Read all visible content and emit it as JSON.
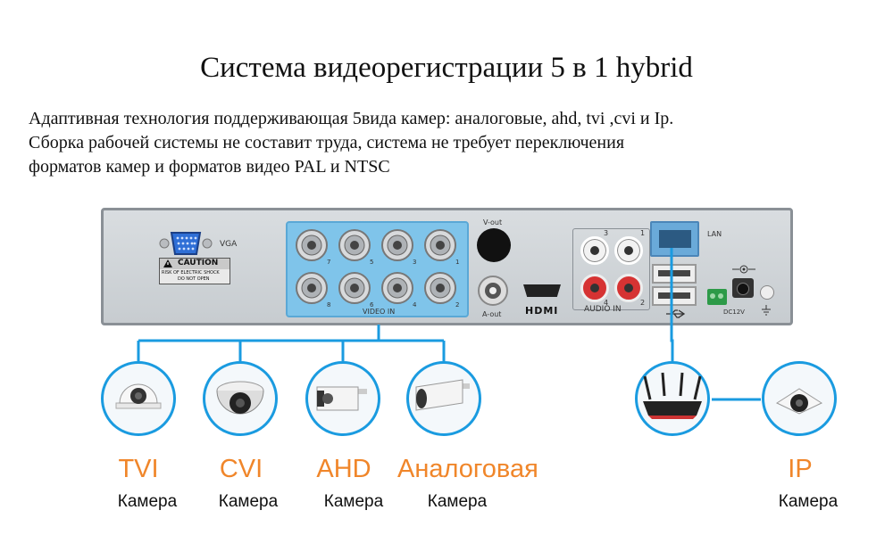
{
  "title": "Система видеорегистрации 5 в 1 hybrid",
  "description": [
    "Адаптивная технология поддерживающая 5вида камер: аналоговые, ahd, tvi ,cvi и Ip.",
    "Сборка рабочей системы не составит труда, система не требует переключения",
    "форматов камер и форматов видео PAL и NTSC"
  ],
  "device": {
    "vga_label": "VGA",
    "caution_title": "CAUTION",
    "caution_line1": "RISK OF ELECTRIC SHOCK",
    "caution_line2": "DO NOT OPEN",
    "video_in_label": "VIDEO IN",
    "bnc_numbers": [
      "7",
      "5",
      "3",
      "1",
      "8",
      "6",
      "4",
      "2"
    ],
    "vout_label": "V-out",
    "aout_label": "A-out",
    "hdmi_label": "HDMI",
    "audio_in_label": "AUDIO IN",
    "audio_numbers": [
      "3",
      "1",
      "4",
      "2"
    ],
    "lan_label": "LAN",
    "power_label": "DC12V"
  },
  "cameras": [
    {
      "type": "TVI",
      "sub": "Камера",
      "icon": "dome-camera-icon"
    },
    {
      "type": "CVI",
      "sub": "Камера",
      "icon": "dome-camera-icon"
    },
    {
      "type": "AHD",
      "sub": "Камера",
      "icon": "bullet-camera-icon"
    },
    {
      "type": "Аналоговая",
      "sub": "Камера",
      "icon": "bullet-camera-icon"
    }
  ],
  "ip_camera": {
    "type": "IP",
    "sub": "Камера",
    "icon": "ip-camera-icon"
  },
  "router": {
    "icon": "router-icon"
  },
  "colors": {
    "line": "#1a9be0",
    "type_text": "#f0862a",
    "video_panel": "#7fc4ea"
  }
}
